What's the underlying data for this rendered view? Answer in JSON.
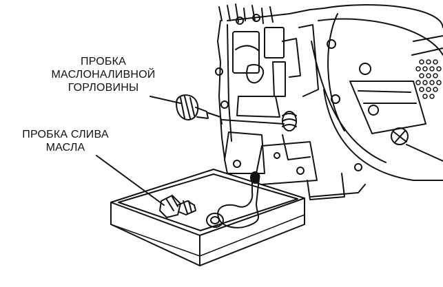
{
  "labels": {
    "fill_cap": [
      "ПРОБКА",
      "МАСЛОНАЛИВНОЙ",
      "ГОРЛОВИНЫ"
    ],
    "drain_plug": [
      "ПРОБКА СЛИВА",
      "МАСЛА"
    ]
  },
  "colors": {
    "ink": "#111111",
    "background": "#ffffff"
  }
}
